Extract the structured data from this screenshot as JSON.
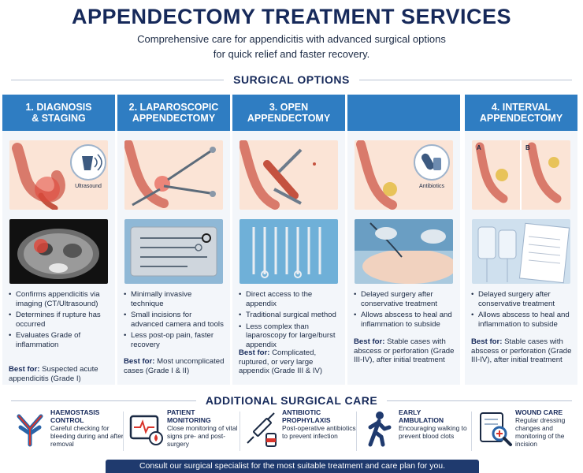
{
  "header": {
    "title": "APPENDECTOMY TREATMENT SERVICES",
    "subtitle_line1": "Comprehensive care for appendicitis with advanced surgical options",
    "subtitle_line2": "for quick relief and faster recovery."
  },
  "surgical_options": {
    "heading": "SURGICAL OPTIONS",
    "columns": [
      {
        "title_line1": "1. DIAGNOSIS",
        "title_line2": "& STAGING",
        "illustration_label": "Ultrasound",
        "bullets": [
          "Confirms appendicitis via imaging (CT/Ultrasound)",
          "Determines if rupture has occurred",
          "Evaluates Grade of inflammation"
        ],
        "best_label": "Best for:",
        "best_text": "Suspected acute appendicitis (Grade I)"
      },
      {
        "title_line1": "2. LAPAROSCOPIC",
        "title_line2": "APPENDECTOMY",
        "bullets": [
          "Minimally invasive technique",
          "Small incisions for advanced camera and tools",
          "Less post-op pain, faster recovery"
        ],
        "best_label": "Best for:",
        "best_text": "Most uncomplicated cases (Grade I & II)"
      },
      {
        "title_line1": "3. OPEN",
        "title_line2": "APPENDECTOMY",
        "bullets": [
          "Direct access to the appendix",
          "Traditional surgical method",
          "Less complex than laparoscopy for large/burst appendix"
        ],
        "best_label": "Best for:",
        "best_text": "Complicated, ruptured, or very large appendix (Grade III & IV)"
      },
      {
        "title_line1": "",
        "title_line2": "",
        "illustration_label": "Antibiotics",
        "bullets": [
          "Delayed surgery after conservative treatment",
          "Allows abscess to heal and inflammation to subside"
        ],
        "best_label": "Best for:",
        "best_text": "Stable cases with abscess or perforation (Grade III-IV), after initial treatment"
      },
      {
        "title_line1": "4. INTERVAL",
        "title_line2": "APPENDECTOMY",
        "illustration_label_a": "A",
        "illustration_label_b": "B",
        "bullets": [
          "Delayed surgery after conservative treatment",
          "Allows abscess to heal and inflammation to subside"
        ],
        "best_label": "Best for:",
        "best_text": "Stable cases with abscess or perforation (Grade III-IV), after initial treatment"
      }
    ]
  },
  "additional_care": {
    "heading": "ADDITIONAL SURGICAL CARE",
    "items": [
      {
        "title_line1": "HAEMOSTASIS",
        "title_line2": "CONTROL",
        "text": "Careful checking for bleeding during and after removal",
        "icon": "blood-vessel-icon"
      },
      {
        "title_line1": "PATIENT",
        "title_line2": "MONITORING",
        "text": "Close monitoring of vital signs pre- and post-surgery",
        "icon": "monitor-icon"
      },
      {
        "title_line1": "ANTIBIOTIC",
        "title_line2": "PROPHYLAXIS",
        "text": "Post-operative antibiotics to prevent infection",
        "icon": "syringe-icon"
      },
      {
        "title_line1": "EARLY",
        "title_line2": "AMBULATION",
        "text": "Encouraging walking to prevent blood clots",
        "icon": "walking-person-icon"
      },
      {
        "title_line1": "WOUND CARE",
        "title_line2": "",
        "text": "Regular dressing changes and monitoring of the incision",
        "icon": "clipboard-magnifier-icon"
      }
    ]
  },
  "footer": {
    "text": "Consult our surgical specialist for the most suitable treatment and care plan for you."
  },
  "colors": {
    "title": "#16295a",
    "column_header": "#2f7dc2",
    "footer_bg": "#1f3a6e",
    "accent_red": "#d9342b"
  }
}
